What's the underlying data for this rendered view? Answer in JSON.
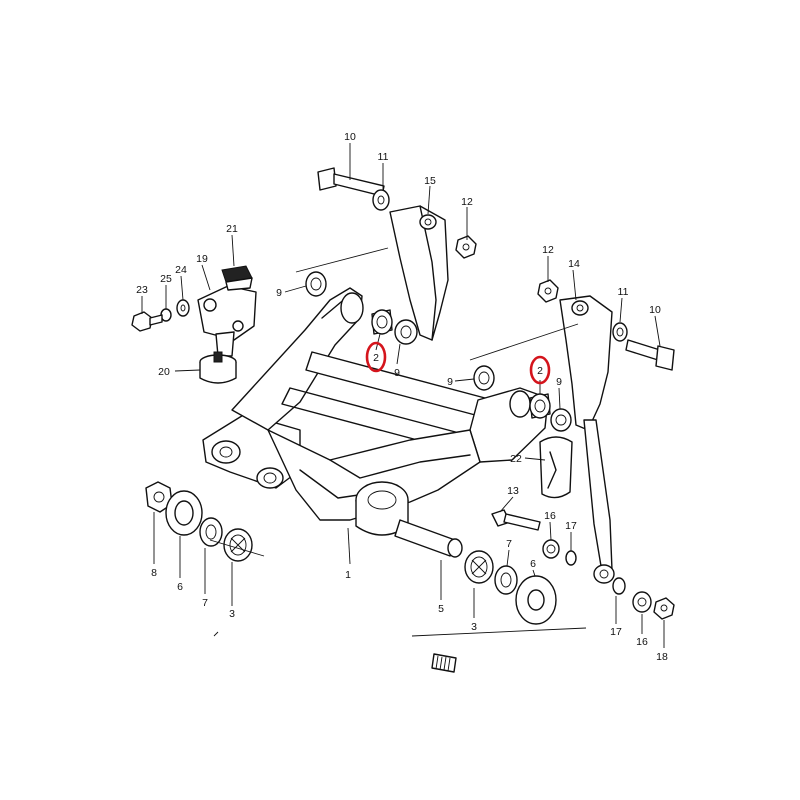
{
  "diagram": {
    "callouts": [
      {
        "id": "c10a",
        "label": "10"
      },
      {
        "id": "c11a",
        "label": "11"
      },
      {
        "id": "c15",
        "label": "15"
      },
      {
        "id": "c12a",
        "label": "12"
      },
      {
        "id": "c21",
        "label": "21"
      },
      {
        "id": "c19",
        "label": "19"
      },
      {
        "id": "c24",
        "label": "24"
      },
      {
        "id": "c25",
        "label": "25"
      },
      {
        "id": "c23",
        "label": "23"
      },
      {
        "id": "c20",
        "label": "20"
      },
      {
        "id": "c9a",
        "label": "9"
      },
      {
        "id": "c2a",
        "label": "2"
      },
      {
        "id": "c9b",
        "label": "9"
      },
      {
        "id": "c12b",
        "label": "12"
      },
      {
        "id": "c14",
        "label": "14"
      },
      {
        "id": "c11b",
        "label": "11"
      },
      {
        "id": "c10b",
        "label": "10"
      },
      {
        "id": "c2b",
        "label": "2"
      },
      {
        "id": "c9c",
        "label": "9"
      },
      {
        "id": "c9d",
        "label": "9"
      },
      {
        "id": "c22",
        "label": "22"
      },
      {
        "id": "c13",
        "label": "13"
      },
      {
        "id": "c16a",
        "label": "16"
      },
      {
        "id": "c17a",
        "label": "17"
      },
      {
        "id": "c7a",
        "label": "7"
      },
      {
        "id": "c6a",
        "label": "6"
      },
      {
        "id": "c1",
        "label": "1"
      },
      {
        "id": "c5",
        "label": "5"
      },
      {
        "id": "c3a",
        "label": "3"
      },
      {
        "id": "c8",
        "label": "8"
      },
      {
        "id": "c6b",
        "label": "6"
      },
      {
        "id": "c7b",
        "label": "7"
      },
      {
        "id": "c3b",
        "label": "3"
      },
      {
        "id": "c17b",
        "label": "17"
      },
      {
        "id": "c16b",
        "label": "16"
      },
      {
        "id": "c18",
        "label": "18"
      }
    ],
    "highlight_color": "#d4141c"
  }
}
